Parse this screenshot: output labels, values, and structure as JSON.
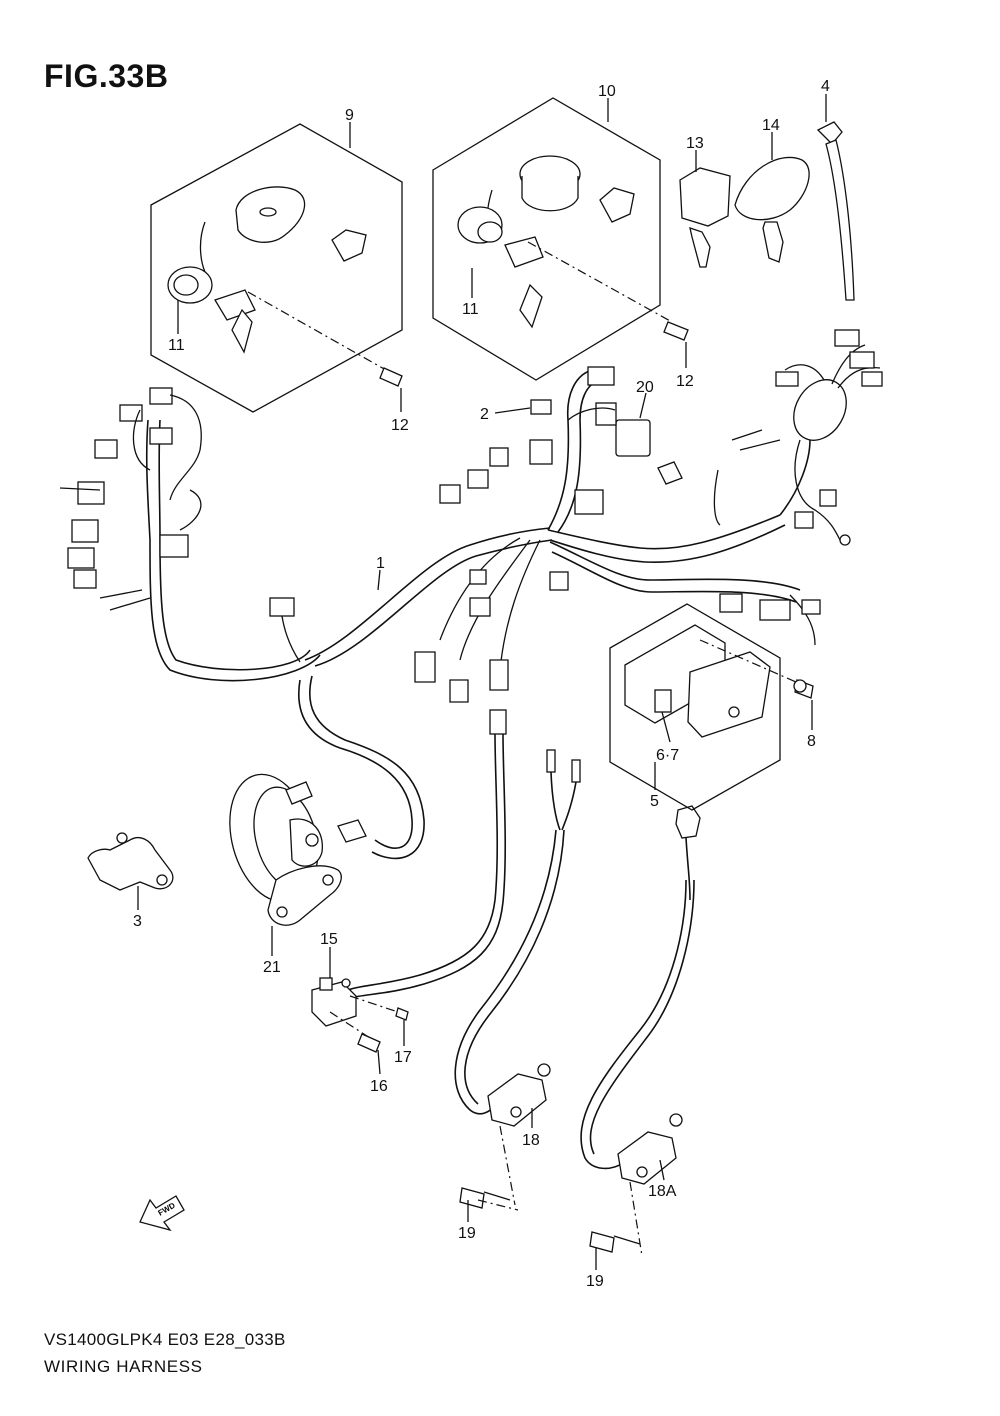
{
  "figure": {
    "title": "FIG.33B"
  },
  "footer": {
    "model_code": "VS1400GLPK4 E03 E28_033B",
    "section_name": "WIRING HARNESS"
  },
  "callouts": {
    "c1": "1",
    "c2": "2",
    "c3": "3",
    "c4": "4",
    "c5": "5",
    "c6_7": "6·7",
    "c8": "8",
    "c9": "9",
    "c10": "10",
    "c11a": "11",
    "c11b": "11",
    "c12a": "12",
    "c12b": "12",
    "c13": "13",
    "c14": "14",
    "c15": "15",
    "c16": "16",
    "c17": "17",
    "c18": "18",
    "c18a": "18A",
    "c19a": "19",
    "c19b": "19",
    "c20": "20",
    "c21": "21"
  },
  "direction_badge": {
    "label": "FWD"
  }
}
